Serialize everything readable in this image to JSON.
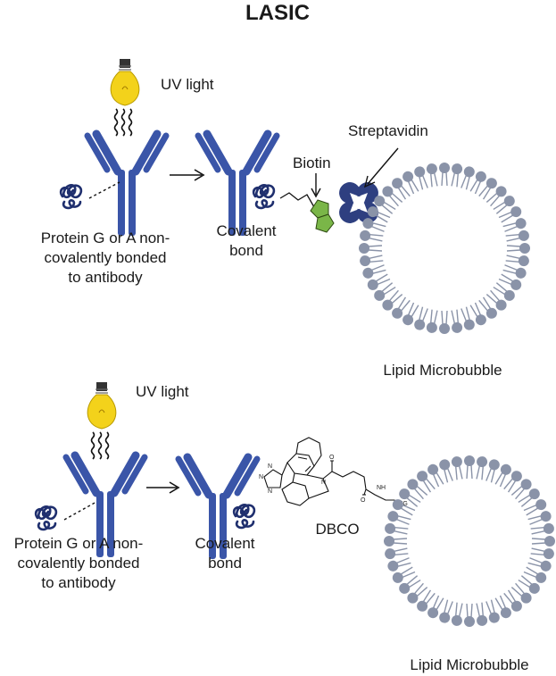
{
  "title": "LASIC",
  "panel_top": {
    "uv_light": "UV light",
    "protein_label": [
      "Protein G or A non-",
      "covalently bonded",
      "to antibody"
    ],
    "covalent_label": [
      "Covalent",
      "bond"
    ],
    "biotin": "Biotin",
    "streptavidin": "Streptavidin",
    "microbubble": "Lipid Microbubble"
  },
  "panel_bottom": {
    "uv_light": "UV light",
    "protein_label": [
      "Protein G or A non-",
      "covalently bonded",
      "to antibody"
    ],
    "covalent_label": [
      "Covalent",
      "bond"
    ],
    "dbco": "DBCO",
    "microbubble": "Lipid Microbubble",
    "chem_labels": {
      "n1": "N",
      "n2": "N",
      "n3": "N",
      "n_ring": "N",
      "o_top": "O",
      "o_bottom": "O",
      "nh": "NH",
      "peg": "PEG"
    }
  },
  "colors": {
    "antibody": "#3a55a8",
    "antibody_dark": "#1f2f6e",
    "protein_coil": "#1f2f6e",
    "biotin_green": "#7ab648",
    "streptavidin": "#2e3f80",
    "lipid_head": "#8a93a8",
    "lipid_tail": "#8a93a8",
    "bulb_yellow": "#f3d21b"
  }
}
